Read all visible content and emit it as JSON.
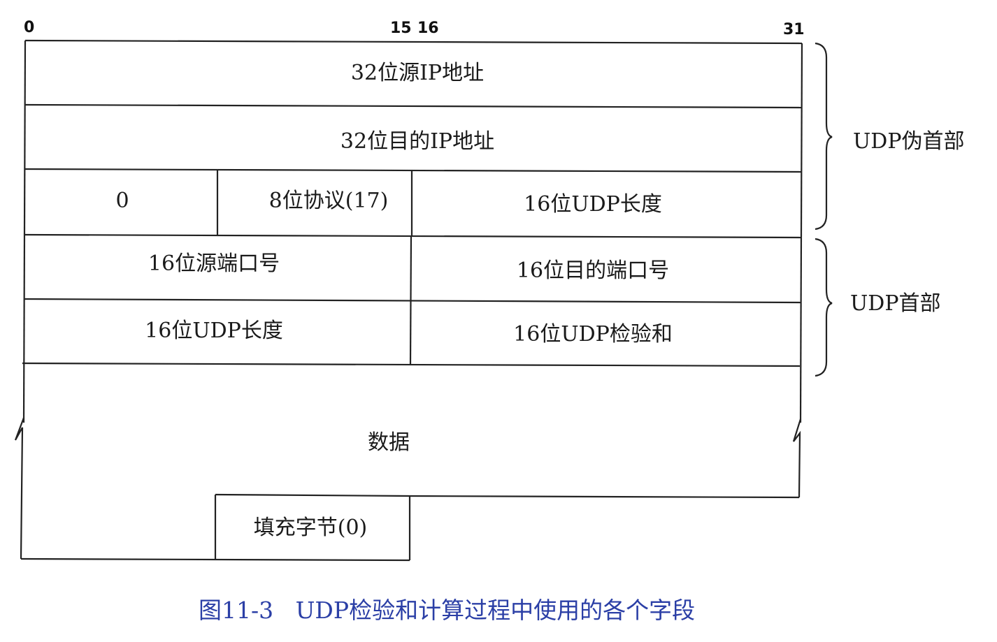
{
  "bit_markers": {
    "b0": "0",
    "b15": "15",
    "b16": "16",
    "b31": "31"
  },
  "fields": {
    "src_ip": "32位源IP地址",
    "dst_ip": "32位目的IP地址",
    "zero": "0",
    "protocol": "8位协议(17)",
    "udp_length_pseudo": "16位UDP长度",
    "src_port": "16位源端口号",
    "dst_port": "16位目的端口号",
    "udp_length": "16位UDP长度",
    "checksum": "16位UDP检验和",
    "data": "数据",
    "padding": "填充字节(0)"
  },
  "groups": {
    "pseudo_header": "UDP伪首部",
    "udp_header": "UDP首部"
  },
  "caption": "图11-3   UDP检验和计算过程中使用的各个字段",
  "colors": {
    "caption": "#2b3fa6",
    "lines": "#222222"
  }
}
